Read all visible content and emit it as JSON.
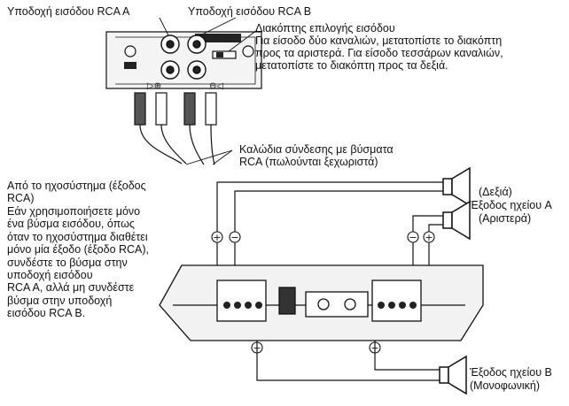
{
  "labels": {
    "rca_a": "Υποδοχή εισόδου RCA A",
    "rca_b": "Υποδοχή εισόδου RCA B",
    "switch": [
      "Διακόπτης επιλογής εισόδου",
      "Για είσοδο δύο καναλιών, μετατοπίστε το διακόπτη",
      "προς τα αριστερά. Για είσοδο τεσσάρων καναλιών,",
      "μετατοπίστε το διακόπτη προς τα δεξιά."
    ],
    "cables": [
      "Καλώδια σύνδεσης με βύσματα",
      "RCA (πωλούνται ξεχωριστά)"
    ],
    "source": [
      "Από το ηχοσύστημα (έξοδος",
      "RCA)",
      "Εάν χρησιμοποιήσετε μόνο",
      "ένα βύσμα εισόδου, όπως",
      "όταν το ηχοσύστημα διαθέτει",
      "μόνο μία έξοδο (έξοδο RCA),",
      "συνδέστε το βύσμα στην",
      "υποδοχή εισόδου",
      "RCA A, αλλά μη συνδέστε",
      "βύσμα στην υποδοχή",
      "εισόδου RCA B."
    ],
    "speaker_a": [
      "(Δεξιά)",
      "Έξοδος ηχείου A",
      "(Αριστερά)"
    ],
    "speaker_b": [
      "Έξοδος ηχείου B",
      "(Μονοφωνική)"
    ]
  }
}
